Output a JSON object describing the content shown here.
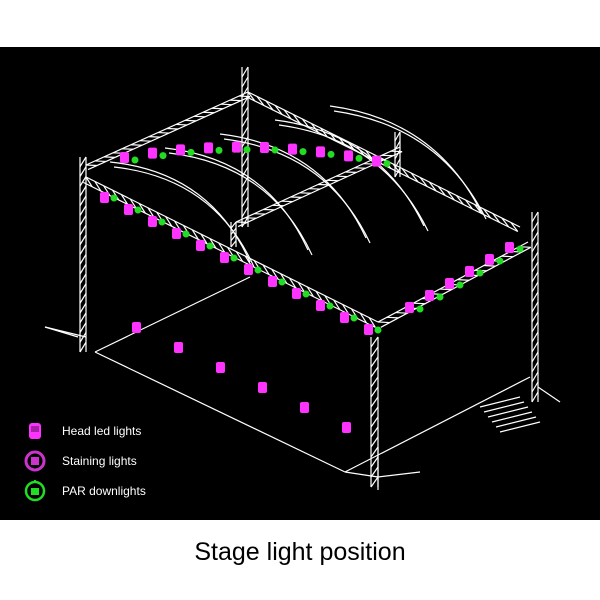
{
  "caption": "Stage light position",
  "legend": {
    "items": [
      {
        "label": "Head led lights",
        "symbol": "head-led-light",
        "color": "#ff33ff"
      },
      {
        "label": "Staining lights",
        "symbol": "staining-light",
        "color": "#cc33cc"
      },
      {
        "label": "PAR downlights",
        "symbol": "par-downlight",
        "color": "#22dd22"
      }
    ]
  },
  "colors": {
    "background": "#000000",
    "truss": "#ffffff",
    "head_led": "#ff33ff",
    "staining": "#cc33cc",
    "par": "#22dd22",
    "caption_bg": "#ffffff"
  }
}
